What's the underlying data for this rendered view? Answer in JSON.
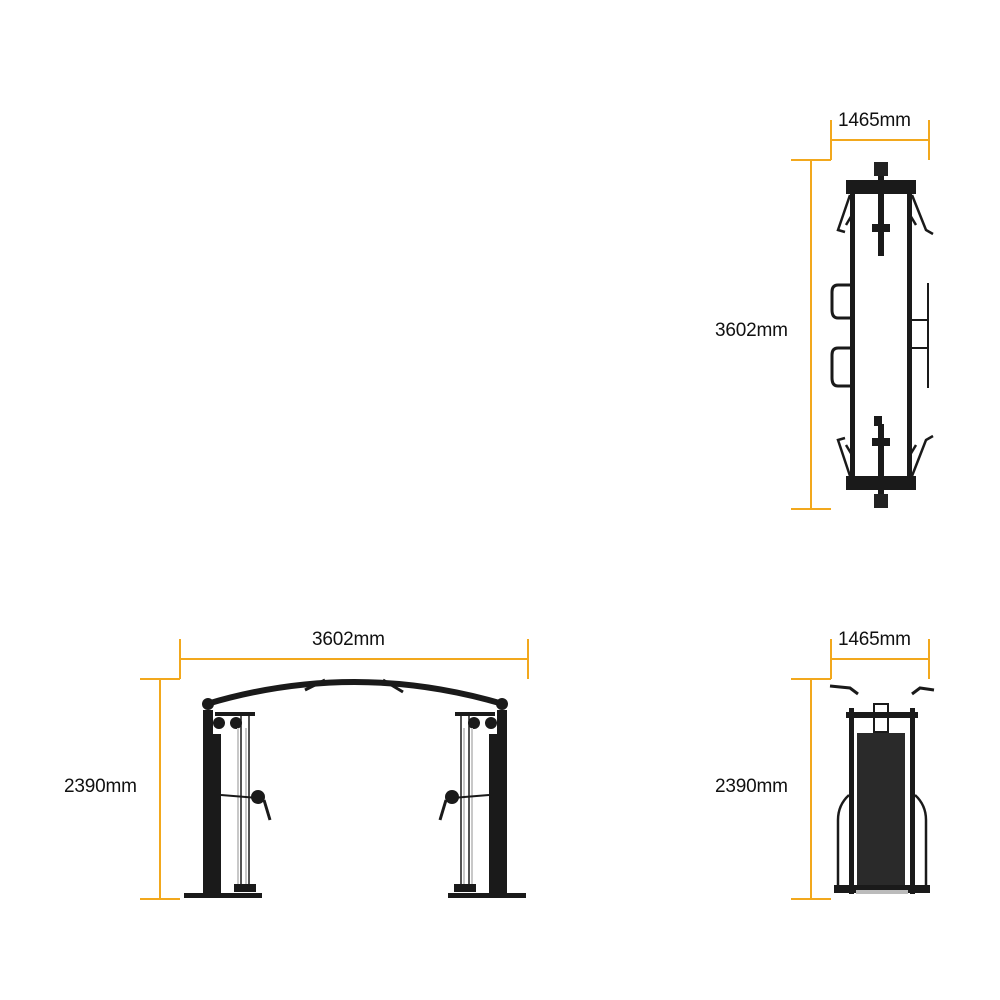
{
  "colors": {
    "dimension_line": "#F2A81D",
    "frame": "#1a1a1a",
    "background": "#ffffff"
  },
  "top_view": {
    "width_label": "1465mm",
    "length_label": "3602mm"
  },
  "front_view": {
    "width_label": "3602mm",
    "height_label": "2390mm"
  },
  "side_view": {
    "width_label": "1465mm",
    "height_label": "2390mm"
  }
}
